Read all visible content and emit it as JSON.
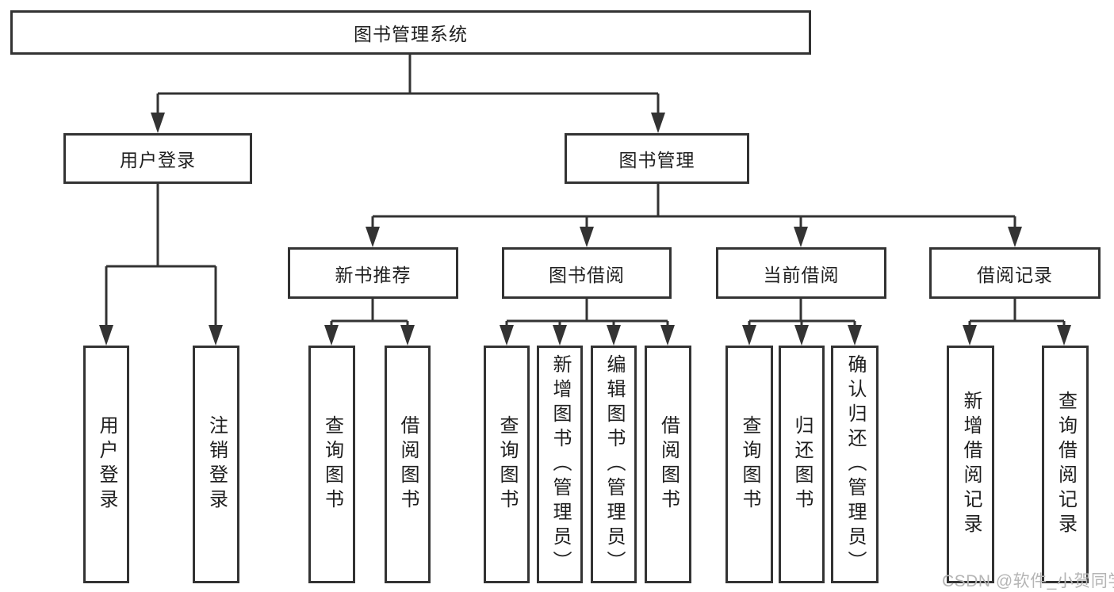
{
  "diagram_title": "图书管理系统",
  "watermark": {
    "text": "CSDN @软件_小贺同学",
    "color": "#b5b5b5"
  },
  "colors": {
    "line": "#333333",
    "box_border": "#333333",
    "text": "#1f1f1f",
    "background": "#ffffff"
  },
  "tree": {
    "root": {
      "label": "图书管理系统"
    },
    "branches": [
      {
        "label": "用户登录",
        "children": [
          {
            "label": "用户登录"
          },
          {
            "label": "注销登录"
          }
        ]
      },
      {
        "label": "图书管理",
        "children": [
          {
            "label": "新书推荐",
            "children": [
              {
                "label": "查询图书"
              },
              {
                "label": "借阅图书"
              }
            ]
          },
          {
            "label": "图书借阅",
            "children": [
              {
                "label": "查询图书"
              },
              {
                "label": "新增图书（管理员）"
              },
              {
                "label": "编辑图书（管理员）"
              },
              {
                "label": "借阅图书"
              }
            ]
          },
          {
            "label": "当前借阅",
            "children": [
              {
                "label": "查询图书"
              },
              {
                "label": "归还图书"
              },
              {
                "label": "确认归还（管理员）"
              }
            ]
          },
          {
            "label": "借阅记录",
            "children": [
              {
                "label": "新增借阅记录"
              },
              {
                "label": "查询借阅记录"
              }
            ]
          }
        ]
      }
    ]
  }
}
